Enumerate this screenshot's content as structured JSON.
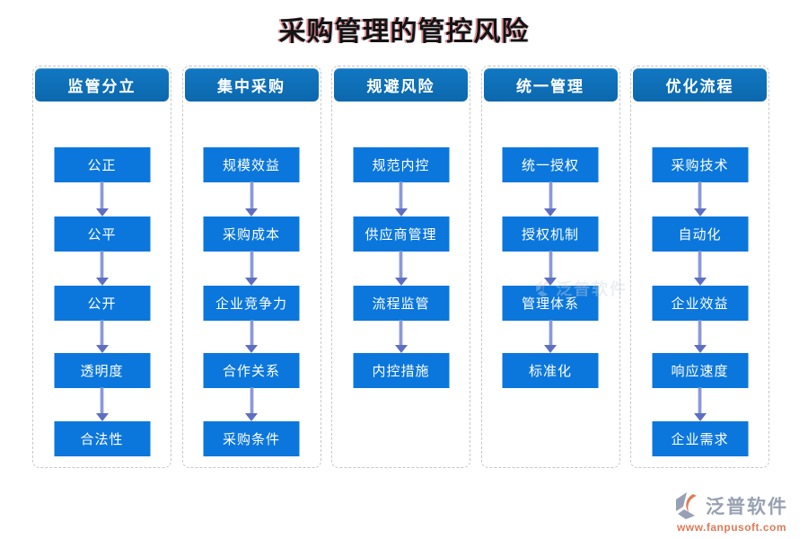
{
  "page": {
    "title": "采购管理的管控风险"
  },
  "columns": [
    {
      "title": "监管分立",
      "items": [
        "公正",
        "公平",
        "公开",
        "透明度",
        "合法性"
      ]
    },
    {
      "title": "集中采购",
      "items": [
        "规模效益",
        "采购成本",
        "企业竞争力",
        "合作关系",
        "采购条件"
      ]
    },
    {
      "title": "规避风险",
      "items": [
        "规范内控",
        "供应商管理",
        "流程监管",
        "内控措施"
      ]
    },
    {
      "title": "统一管理",
      "items": [
        "统一授权",
        "授权机制",
        "管理体系",
        "标准化"
      ]
    },
    {
      "title": "优化流程",
      "items": [
        "采购技术",
        "自动化",
        "企业效益",
        "响应速度",
        "企业需求"
      ]
    }
  ],
  "watermark": {
    "text": "泛普软件"
  },
  "footer": {
    "brand": "泛普软件",
    "url": "www.fanpusoft.com"
  },
  "colors": {
    "header_blue": "#0d6eb8",
    "node_blue": "#0b77dc",
    "arrow_line": "#8a99d8",
    "arrow_head": "#5e6fc2",
    "dashed_border": "#c7c7c7",
    "title_red_shadow": "#cd2323",
    "brand_gray": "#98a1b1",
    "brand_orange": "#dd7b58"
  }
}
